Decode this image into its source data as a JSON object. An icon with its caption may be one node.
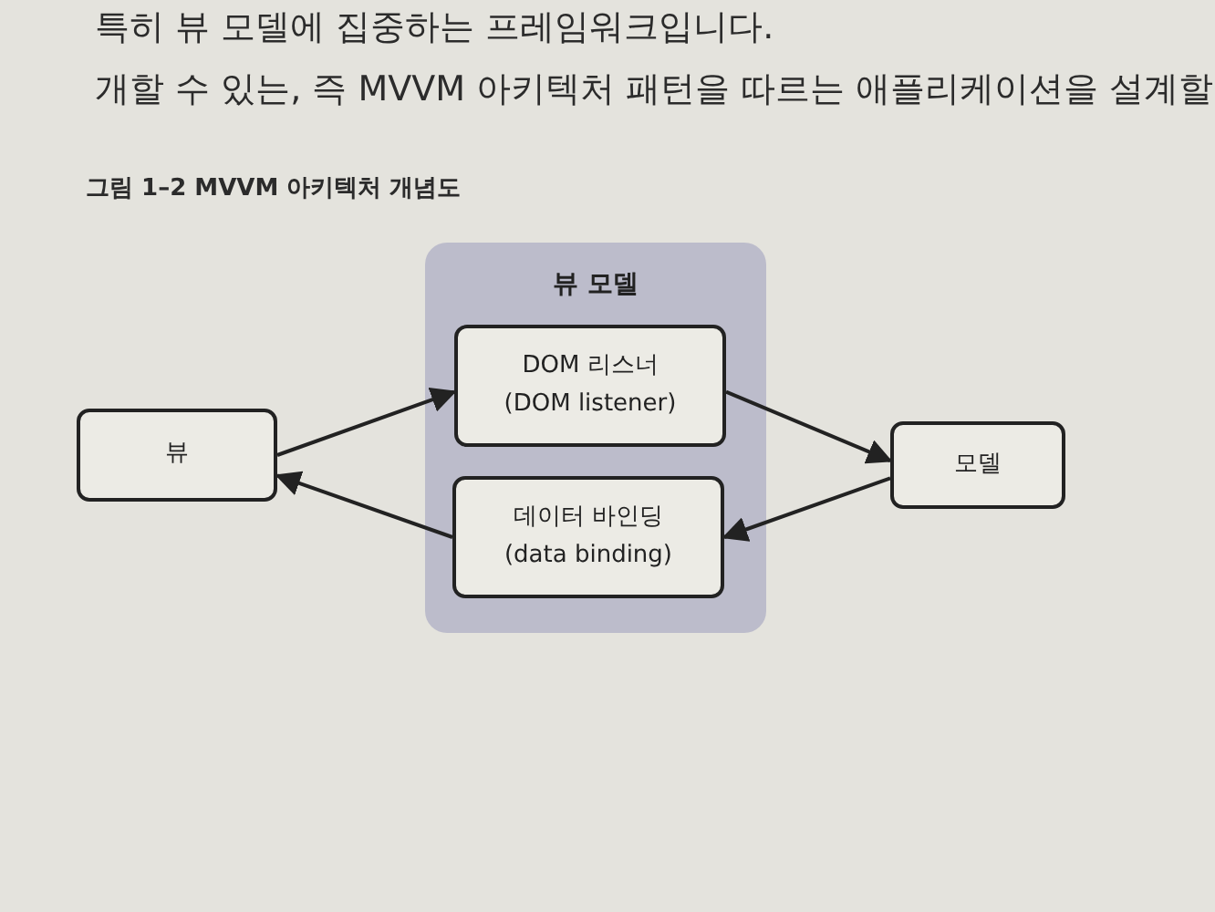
{
  "diagram": {
    "title": "그림 1–2 MVVM 아키텍처 개념도",
    "nodes": [
      {
        "text": [
          "뷰"
        ]
      },
      {
        "text": [
          "뷰 모델"
        ]
      },
      {
        "text": [
          "DOM 리스너 (DOM listener)"
        ],
        "in": 1
      },
      {
        "text": [
          "데이터 바인딩 (data binding)"
        ],
        "in": 1
      },
      {
        "text": [
          "모델"
        ]
      }
    ],
    "edges": [
      {
        "from": 0,
        "to": 2,
        "arrow": "to"
      },
      {
        "from": 2,
        "to": 4,
        "arrow": "to"
      },
      {
        "from": 4,
        "to": 3,
        "arrow": "to"
      },
      {
        "from": 3,
        "to": 0,
        "arrow": "to"
      }
    ],
    "labels": [
      "특히 뷰 모델에 집중하는 프레임워크입니다.",
      "개할 수 있는, 즉 MVVM 아키텍처 패턴을 따르는 애플리케이션을 설계할"
    ]
  }
}
